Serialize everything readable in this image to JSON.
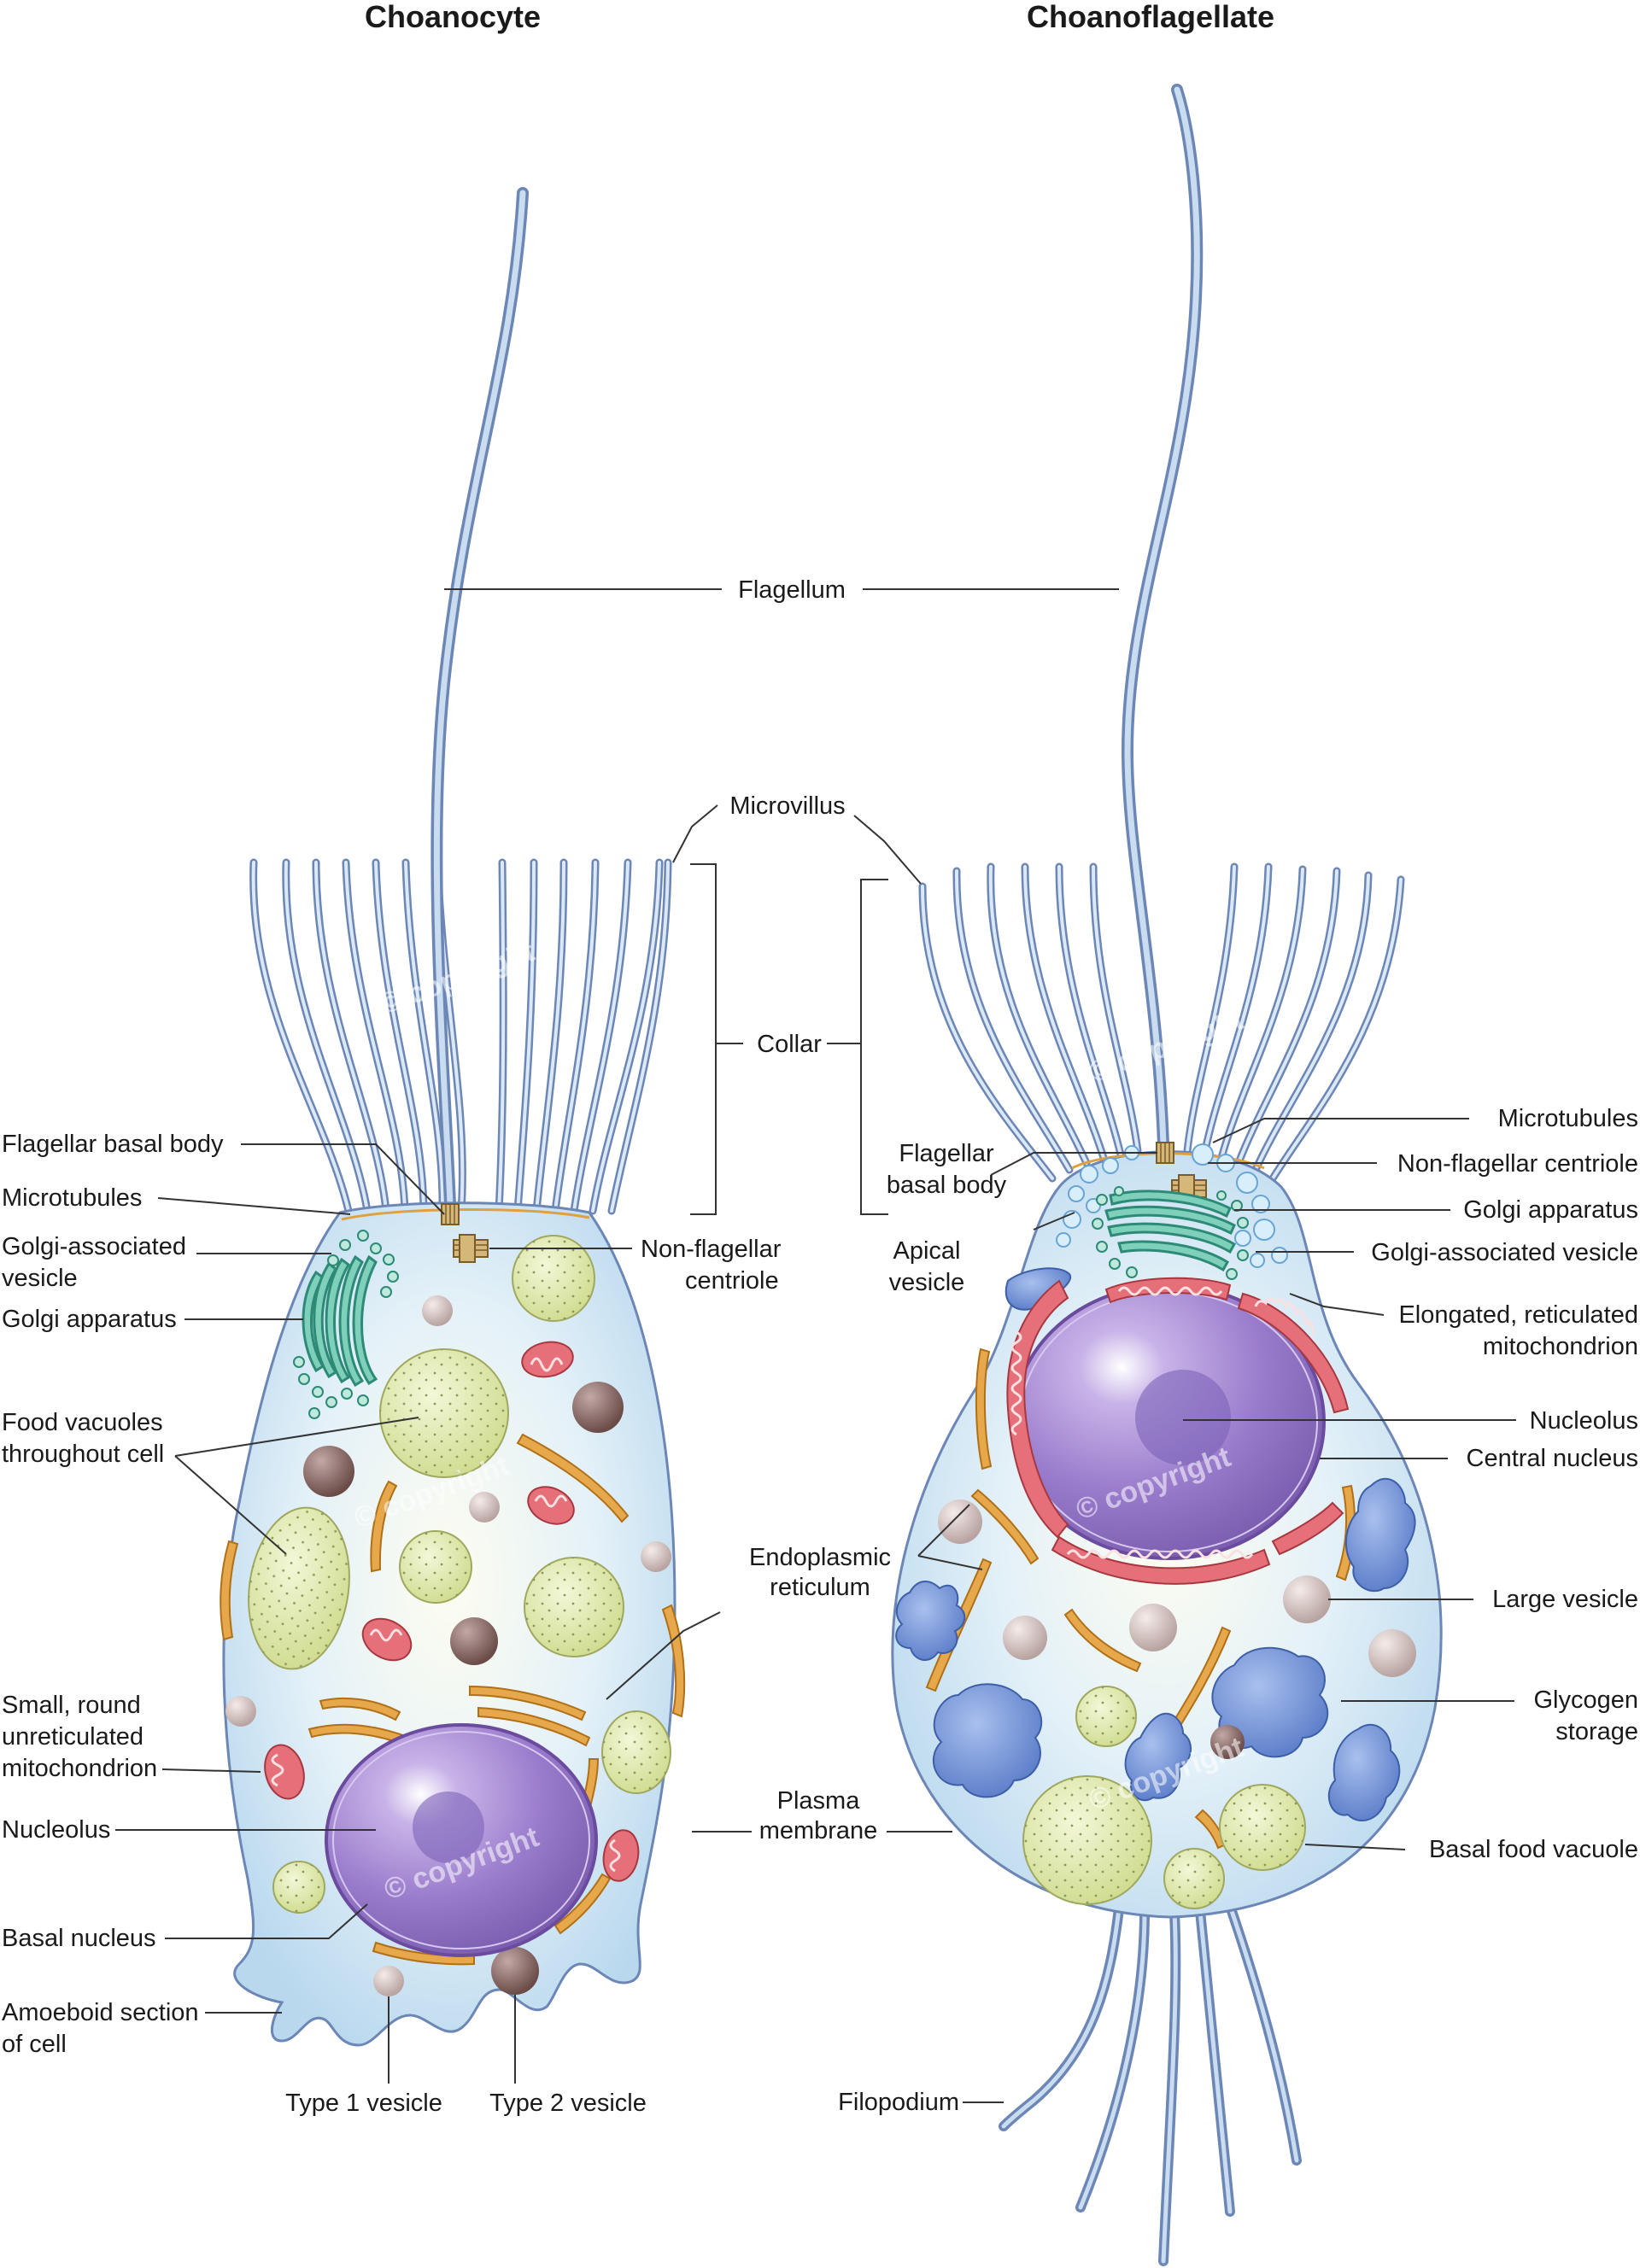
{
  "titles": {
    "left": "Choanocyte",
    "right": "Choanoflagellate"
  },
  "shared_labels": {
    "flagellum": "Flagellum",
    "microvillus": "Microvillus",
    "collar": "Collar",
    "endoplasmic_reticulum": [
      "Endoplasmic",
      "reticulum"
    ],
    "plasma_membrane": [
      "Plasma",
      "membrane"
    ]
  },
  "choanocyte_labels": {
    "flagellar_basal_body": "Flagellar basal body",
    "microtubules": "Microtubules",
    "golgi_vesicle": [
      "Golgi-associated",
      "vesicle"
    ],
    "golgi_apparatus": "Golgi apparatus",
    "food_vacuoles": [
      "Food vacuoles",
      "throughout cell"
    ],
    "small_mito": [
      "Small, round",
      "unreticulated",
      "mitochondrion"
    ],
    "nucleolus": "Nucleolus",
    "basal_nucleus": "Basal nucleus",
    "amoeboid": [
      "Amoeboid section",
      "of cell"
    ],
    "type1": "Type 1 vesicle",
    "type2": "Type 2 vesicle",
    "non_flagellar_centriole": [
      "Non-flagellar",
      "centriole"
    ]
  },
  "choanoflagellate_labels": {
    "flagellar_basal_body": [
      "Flagellar",
      "basal body"
    ],
    "apical_vesicle": [
      "Apical",
      "vesicle"
    ],
    "microtubules": "Microtubules",
    "non_flagellar_centriole": "Non-flagellar centriole",
    "golgi_apparatus": "Golgi apparatus",
    "golgi_vesicle": "Golgi-associated vesicle",
    "elongated_mito": [
      "Elongated, reticulated",
      "mitochondrion"
    ],
    "nucleolus": "Nucleolus",
    "central_nucleus": "Central nucleus",
    "large_vesicle": "Large vesicle",
    "glycogen": [
      "Glycogen",
      "storage"
    ],
    "basal_food_vacuole": "Basal food vacuole",
    "filopodium": "Filopodium"
  },
  "watermark": "© copyright",
  "colors": {
    "cytoplasm": "#c9e2f3",
    "membrane": "#6c86b5",
    "nucleus": "#9a7ccc",
    "food_vacuole": "#dde6a6",
    "er": "#e0a040",
    "mitochondria": "#e06670",
    "golgi": "#6cc6b0",
    "glycogen": "#6f8fd6",
    "vesicle": "#c9b7b1",
    "dark_vesicle": "#8a6b68"
  }
}
